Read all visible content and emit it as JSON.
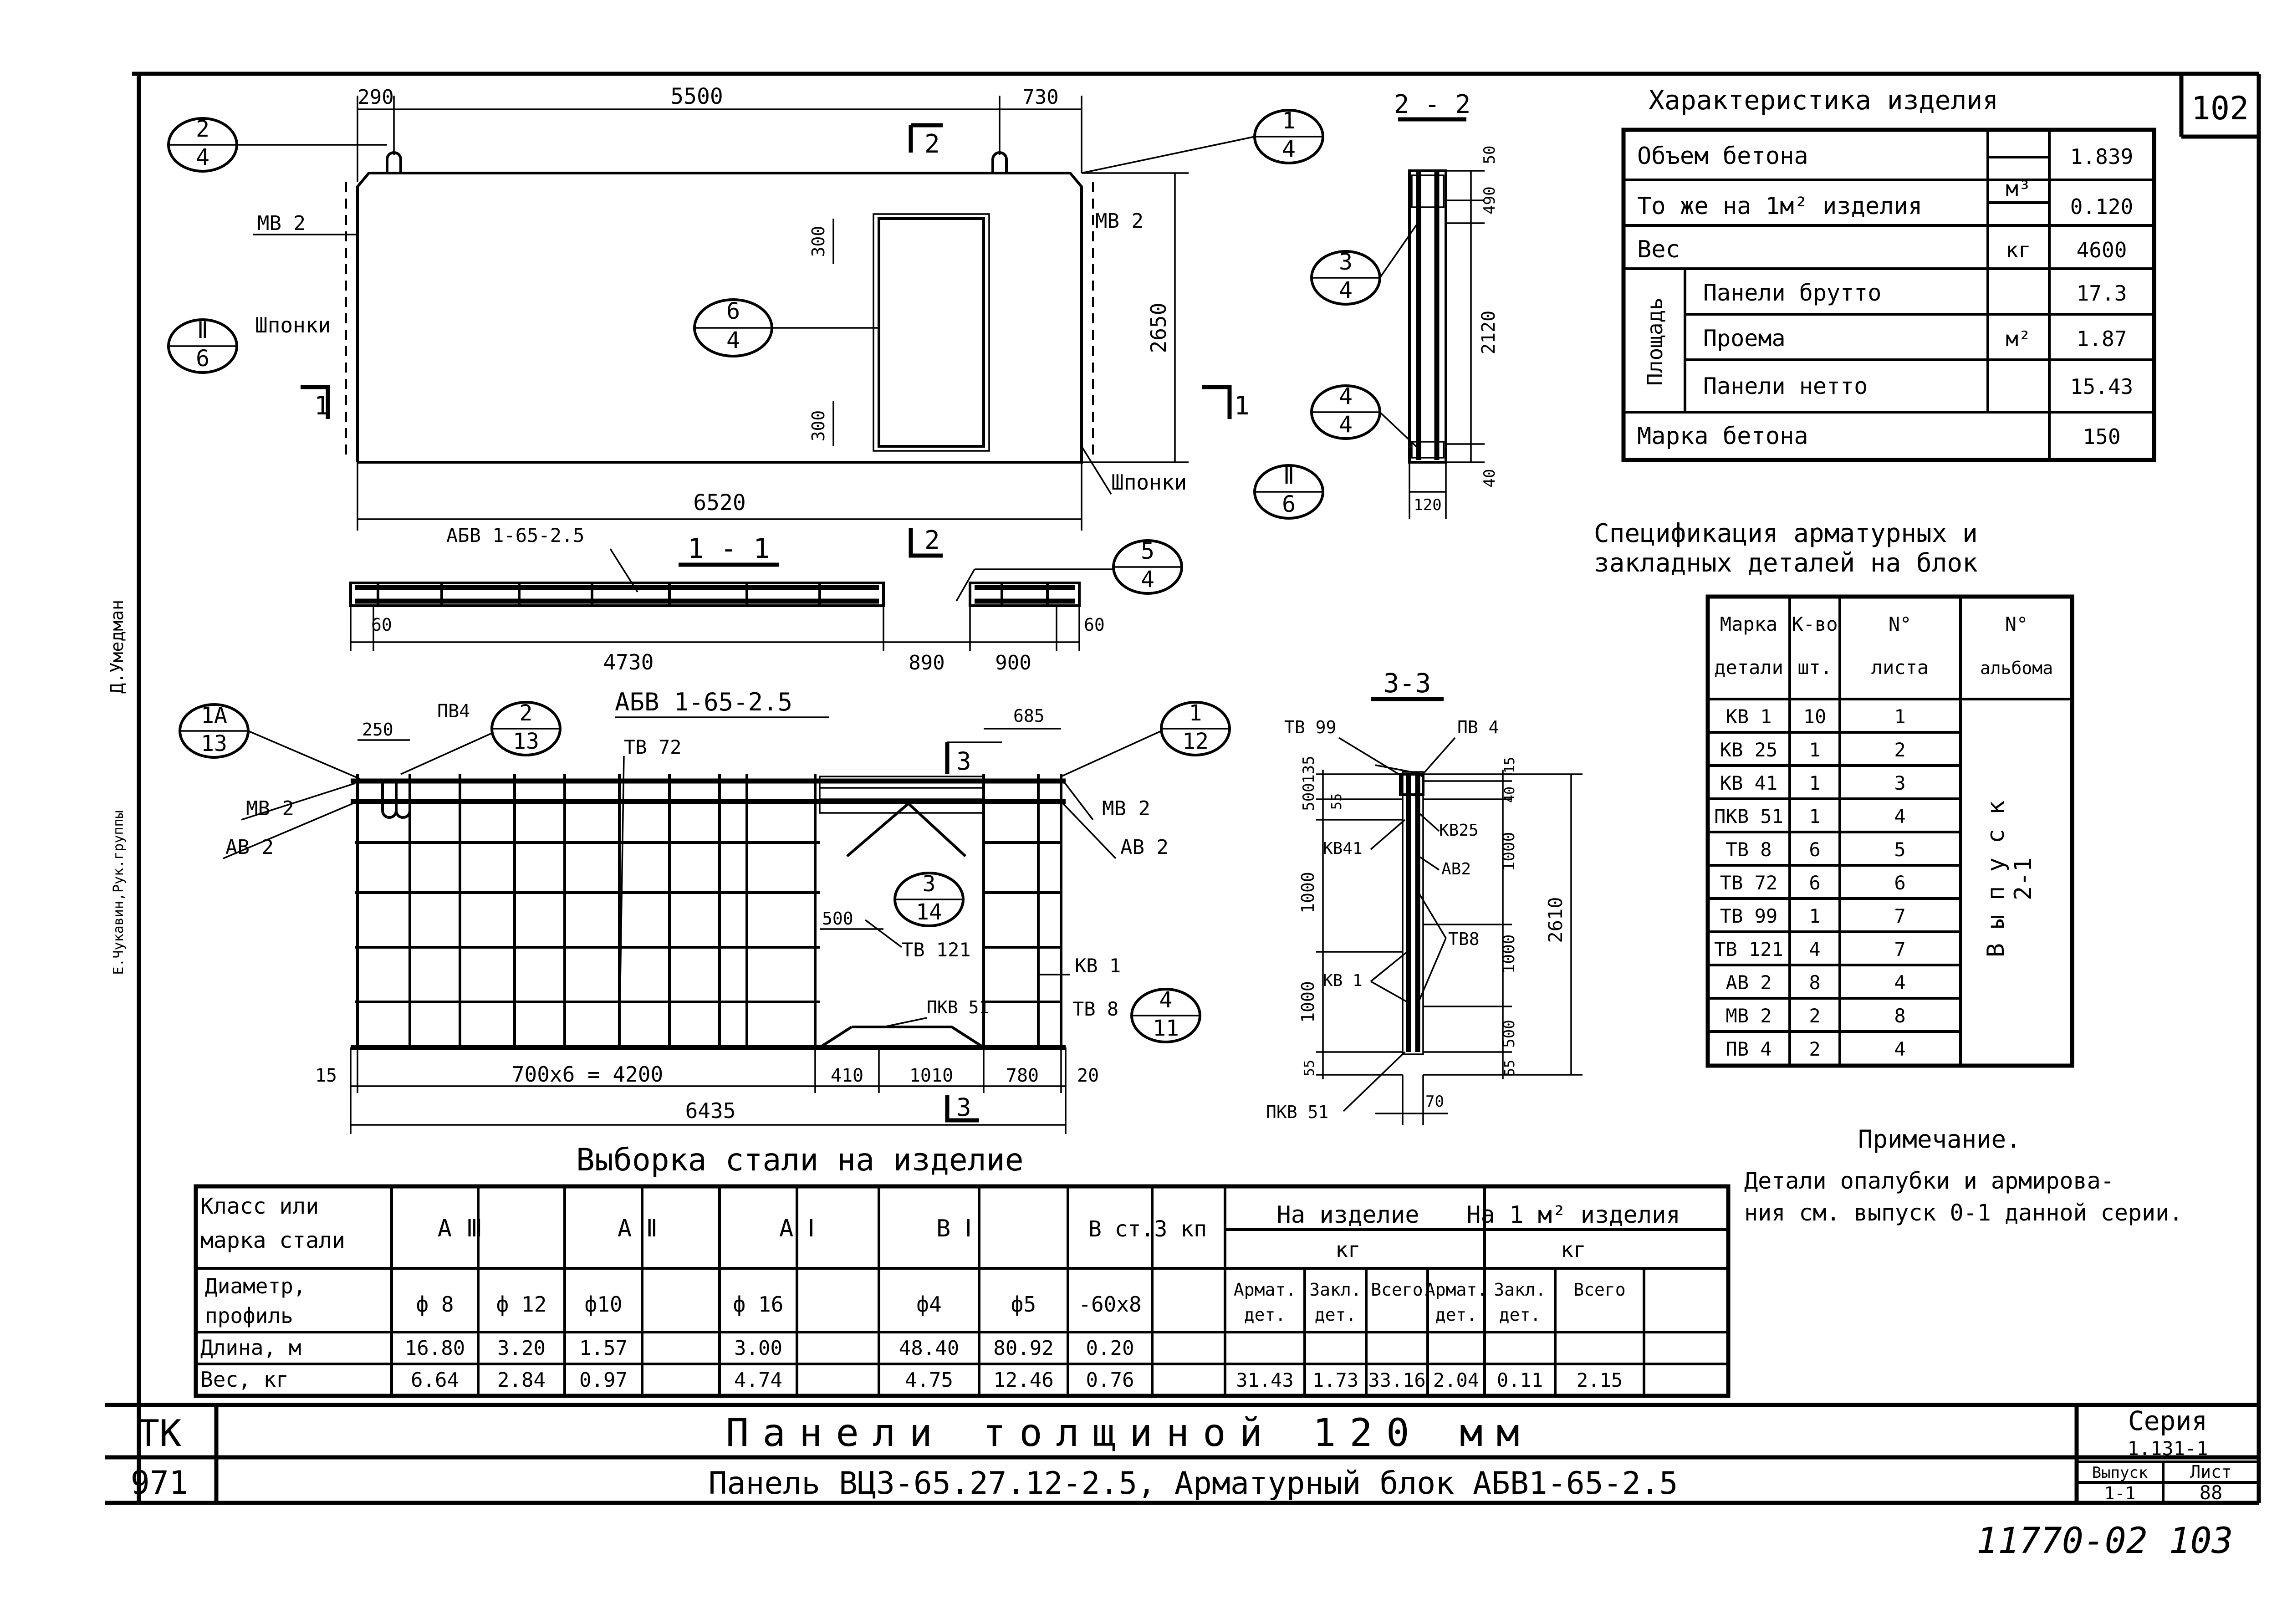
{
  "sheet": {
    "page_no": "102",
    "handwritten_no": "11770-02 103",
    "margin_text_1": "Д.Умедман",
    "margin_text_2": "Е.Чукавин,Рук.группы"
  },
  "characteristics": {
    "title": "Характеристика изделия",
    "rows": [
      {
        "label": "Объем бетона",
        "unit": "м³",
        "value": "1.839"
      },
      {
        "label": "То же на 1м² изделия",
        "unit": "",
        "value": "0.120"
      },
      {
        "label": "Вес",
        "unit": "кг",
        "value": "4600"
      },
      {
        "label": "Панели брутто",
        "unit": "",
        "value": "17.3"
      },
      {
        "label": "Проема",
        "unit": "м²",
        "value": "1.87"
      },
      {
        "label": "Панели нетто",
        "unit": "",
        "value": "15.43"
      },
      {
        "label": "Марка бетона",
        "unit": "",
        "value": "150"
      }
    ],
    "area_label": "Площадь"
  },
  "spec": {
    "title_1": "Спецификация арматурных и",
    "title_2": "закладных деталей на блок",
    "headers": [
      "Марка детали",
      "К-во шт.",
      "N° листа",
      "N° альбома"
    ],
    "header_lines": [
      [
        "Марка",
        "детали"
      ],
      [
        "К-во",
        "шт."
      ],
      [
        "N°",
        "листа"
      ],
      [
        "N°",
        "альбома"
      ]
    ],
    "rows": [
      [
        "КВ 1",
        "10",
        "1"
      ],
      [
        "КВ 25",
        "1",
        "2"
      ],
      [
        "КВ 41",
        "1",
        "3"
      ],
      [
        "ПКВ 51",
        "1",
        "4"
      ],
      [
        "ТВ 8",
        "6",
        "5"
      ],
      [
        "ТВ 72",
        "6",
        "6"
      ],
      [
        "ТВ 99",
        "1",
        "7"
      ],
      [
        "ТВ 121",
        "4",
        "7"
      ],
      [
        "АВ 2",
        "8",
        "4"
      ],
      [
        "МВ 2",
        "2",
        "8"
      ],
      [
        "ПВ 4",
        "2",
        "4"
      ]
    ],
    "album_1": "В ы п у с к",
    "album_2": "2-1"
  },
  "note": {
    "title": "Примечание.",
    "line_1": "Детали опалубки и армирова-",
    "line_2": "ния см. выпуск 0-1 данной серии."
  },
  "steel": {
    "title": "Выборка стали на изделие",
    "class_label": "Класс или марка стали",
    "class_lines": [
      "Класс или",
      "марка стали"
    ],
    "diam_lines": [
      "Диаметр,",
      "профиль"
    ],
    "groups": [
      "А Ⅲ",
      "А Ⅱ",
      "А Ⅰ",
      "В Ⅰ",
      "В ст.3 кп"
    ],
    "total_1": "На изделие",
    "total_2": "На 1 м² изделия",
    "total_unit": "кг",
    "diameters": [
      "ф 8",
      "ф 12",
      "ф10",
      "",
      "ф 16",
      "",
      "ф4",
      "ф5",
      "-60х8",
      ""
    ],
    "sub_cols": [
      "Армат. дет.",
      "Закл. дет.",
      "Всего",
      "Армат. дет.",
      "Закл. дет.",
      "Всего"
    ],
    "sub_lines": [
      [
        "Армат.",
        "дет."
      ],
      [
        "Закл.",
        "дет."
      ],
      [
        "Всего",
        ""
      ],
      [
        "Армат.",
        "дет."
      ],
      [
        "Закл.",
        "дет."
      ],
      [
        "Всего",
        ""
      ]
    ],
    "length_label": "Длина, м",
    "weight_label": "Вес, кг",
    "lengths": [
      "16.80",
      "3.20",
      "1.57",
      "",
      "3.00",
      "",
      "48.40",
      "80.92",
      "0.20",
      ""
    ],
    "weights": [
      "6.64",
      "2.84",
      "0.97",
      "",
      "4.74",
      "",
      "4.75",
      "12.46",
      "0.76",
      ""
    ],
    "totals_weight": [
      "31.43",
      "1.73",
      "33.16",
      "2.04",
      "0.11",
      "2.15"
    ]
  },
  "title_block": {
    "code_1": "ТК",
    "code_2": "971",
    "line_1": "Панели толщиной 120 мм",
    "line_2": "Панель ВЦ3-65.27.12-2.5, Арматурный блок АБВ1-65-2.5",
    "series_label": "Серия",
    "series": "1.131-1",
    "issue_label": "Выпуск",
    "issue": "1-1",
    "sheet_label": "Лист",
    "sheet": "88"
  },
  "drawing": {
    "dims_top": [
      "290",
      "5500",
      "730"
    ],
    "dim_height": "2650",
    "dim_300_a": "300",
    "dim_300_b": "300",
    "dim_overall": "6520",
    "mb2": "МВ 2",
    "shponki": "Шпонки",
    "section_1": "1",
    "section_2": "2",
    "callouts": [
      {
        "top": "2",
        "bot": "4"
      },
      {
        "top": "1",
        "bot": "4"
      },
      {
        "top": "Ⅱ",
        "bot": "6"
      },
      {
        "top": "6",
        "bot": "4"
      },
      {
        "top": "Ⅱ",
        "bot": "6"
      },
      {
        "top": "3",
        "bot": "4"
      },
      {
        "top": "4",
        "bot": "4"
      },
      {
        "top": "5",
        "bot": "4"
      },
      {
        "top": "1А",
        "bot": "13"
      },
      {
        "top": "2",
        "bot": "13"
      },
      {
        "top": "1",
        "bot": "12"
      },
      {
        "top": "3",
        "bot": "14"
      },
      {
        "top": "4",
        "bot": "11"
      }
    ],
    "sec11_title": "1 - 1",
    "abv": "АБВ 1-65-2.5",
    "sec11_dims": [
      "60",
      "4730",
      "890",
      "900",
      "60"
    ],
    "sec22_title": "2 - 2",
    "sec22_dims": [
      "50",
      "490",
      "2120",
      "40",
      "120"
    ],
    "block_title": "АБВ 1-65-2.5",
    "block_labels": {
      "pv4": "ПВ4",
      "tv72": "ТВ 72",
      "mv2": "МВ 2",
      "av2": "АВ 2",
      "tv121": "ТВ 121",
      "kv1": "КВ 1",
      "pkv51": "ПКВ 51",
      "tv8": "ТВ 8",
      "d250": "250",
      "d685": "685",
      "d500": "500"
    },
    "block_dims": [
      "15",
      "700х6 = 4200",
      "410",
      "1010",
      "780",
      "20"
    ],
    "block_overall": "6435",
    "sec3_mark": "3",
    "sec33_title": "3-3",
    "sec33_labels": {
      "tv99": "ТВ 99",
      "pv4": "ПВ 4",
      "kv25": "КВ25",
      "kv41": "КВ41",
      "av2": "АВ2",
      "tv8": "ТВ8",
      "kv1": "КВ 1",
      "pkv51": "ПКВ 51"
    },
    "sec33_left_dims": [
      "135",
      "500",
      "55",
      "1000",
      "1000",
      "55"
    ],
    "sec33_right_dims": [
      "15",
      "40",
      "1000",
      "1000",
      "500",
      "55"
    ],
    "sec33_overall": "2610",
    "sec33_bottom": "70"
  }
}
